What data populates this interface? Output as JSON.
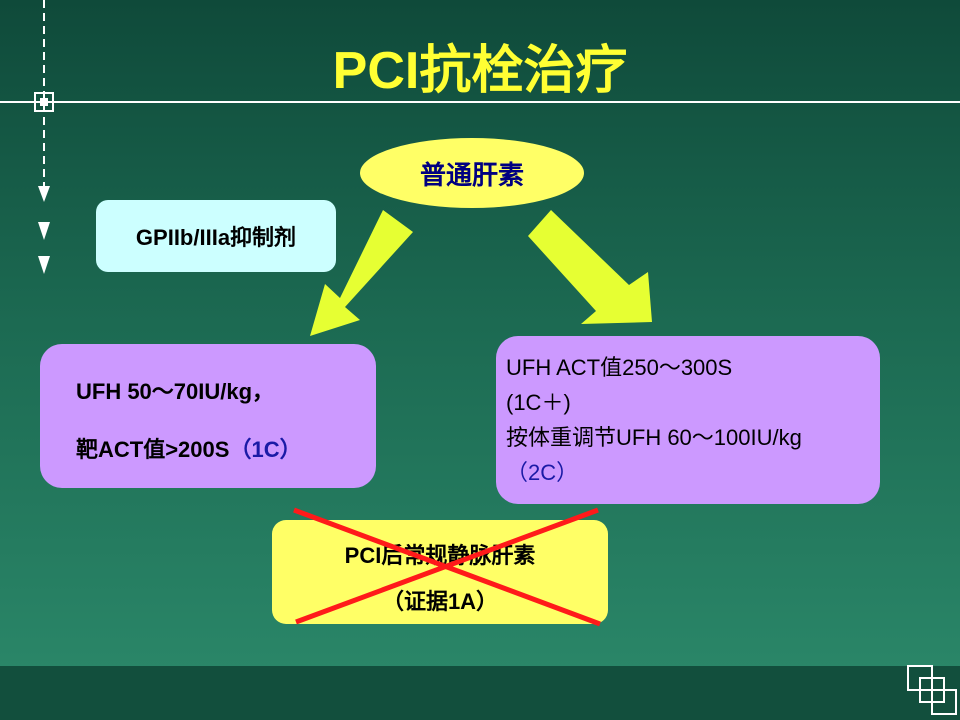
{
  "title": "PCI抗栓治疗",
  "heparin_oval": {
    "label": "普通肝素"
  },
  "gp_box": {
    "label": "GPIIb/IIIa抑制剂"
  },
  "left_box": {
    "line1": "UFH 50～70IU/kg，",
    "line2_prefix": "靶ACT值>200S",
    "line2_grade": "（1C）"
  },
  "right_box": {
    "line1": "UFH ACT值250～300S",
    "line2": "(1C＋)",
    "line3": "按体重调节UFH 60～100IU/kg",
    "line4": "（2C）"
  },
  "pci_box": {
    "line1": "PCI后常规静脉肝素",
    "line2": "（证据1A）"
  },
  "colors": {
    "title": "#ffff33",
    "oval": "#ffff66",
    "gp_box": "#ccffff",
    "purple_box": "#cc99ff",
    "arrow": "#e6ff33",
    "cross": "#ff1a1a",
    "grade_text": "#1a1aa6"
  }
}
